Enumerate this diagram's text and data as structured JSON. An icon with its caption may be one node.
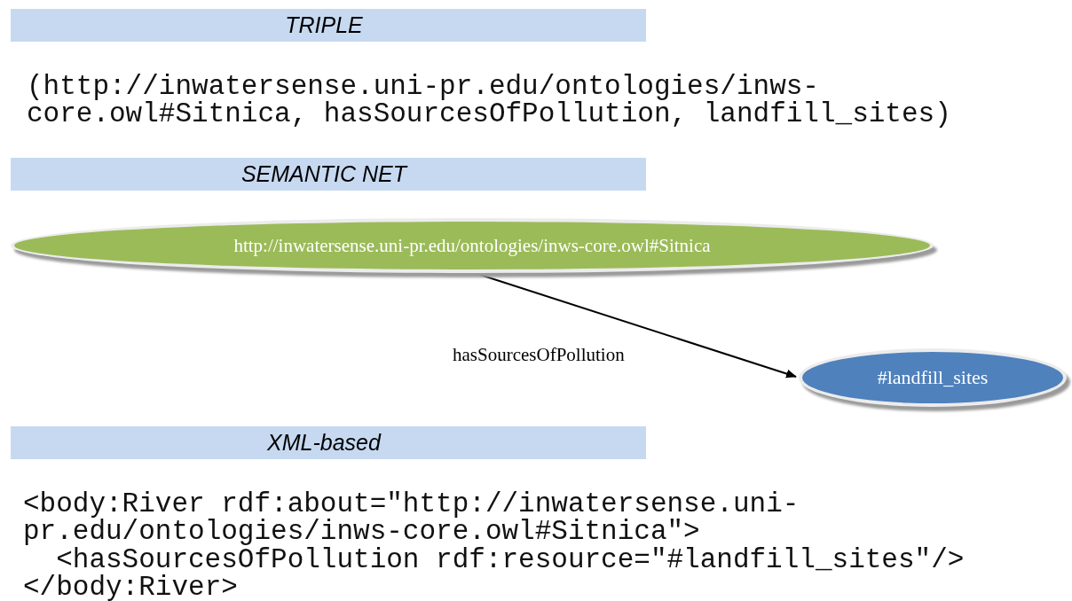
{
  "diagram": {
    "nodes": [
      {
        "text": [
          "TRIPLE"
        ]
      },
      {
        "text": [
          "SEMANTIC NET"
        ]
      },
      {
        "text": [
          "http://inwatersense.uni-pr.edu/ontologies/inws-core.owl#Sitnica"
        ]
      },
      {
        "text": [
          "#landfill_sites"
        ]
      },
      {
        "text": [
          "XML-based"
        ]
      }
    ],
    "edges": [
      {
        "from": 2,
        "to": 3,
        "arrow": "to",
        "label": "hasSourcesOfPollution"
      }
    ],
    "labels": [
      "(http://inwatersense.uni-pr.edu/ontologies/inws-core.owl#Sitnica, hasSourcesOfPollution, landfill_sites)",
      "<body:River rdf:about=\"http://inwatersense.uni-pr.edu/ontologies/inws-core.owl#Sitnica\">",
      "<hasSourcesOfPollution rdf:resource=\"#landfill_sites\"/>",
      "</body:River>"
    ]
  }
}
